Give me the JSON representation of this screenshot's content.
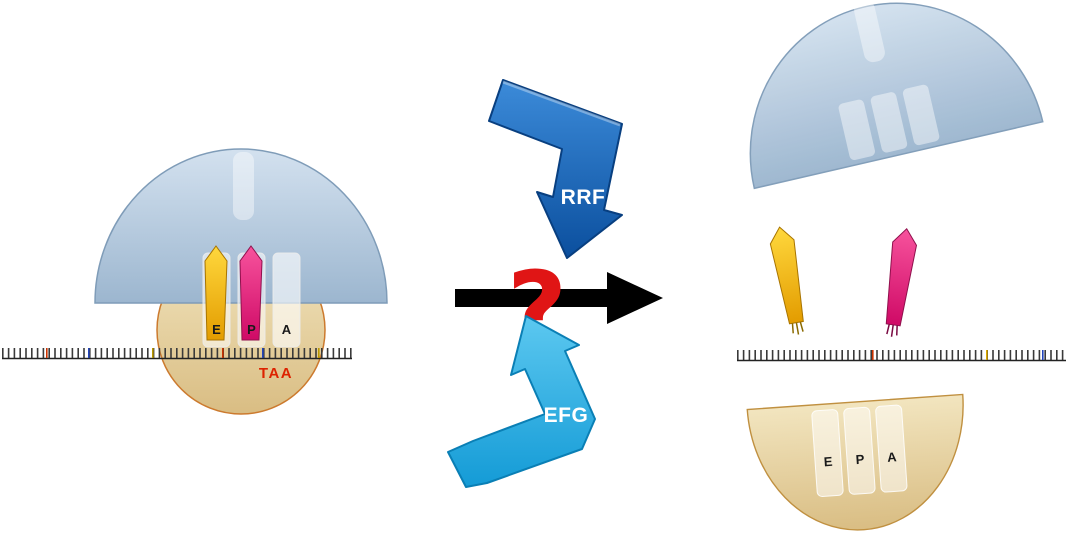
{
  "figure": {
    "left_ribosome": {
      "sites": {
        "e": "E",
        "p": "P",
        "a": "A"
      },
      "stop_codon": "TAA"
    },
    "factors": {
      "rrf": "RRF",
      "efg": "EFG"
    },
    "reaction": {
      "question_mark": "?"
    },
    "right_small_subunit": {
      "sites": {
        "e": "E",
        "p": "P",
        "a": "A"
      }
    },
    "colors": {
      "large_subunit_blue": "#aec4da",
      "small_subunit_tan": "#ead9a8",
      "trna_yellow": "#f5c000",
      "trna_magenta": "#ec1e79",
      "rrf_blue": "#1566bd",
      "efg_blue": "#2aace2",
      "question_red": "#e01515",
      "stop_codon_red": "#dd2200",
      "arrow_black": "#000000"
    }
  }
}
